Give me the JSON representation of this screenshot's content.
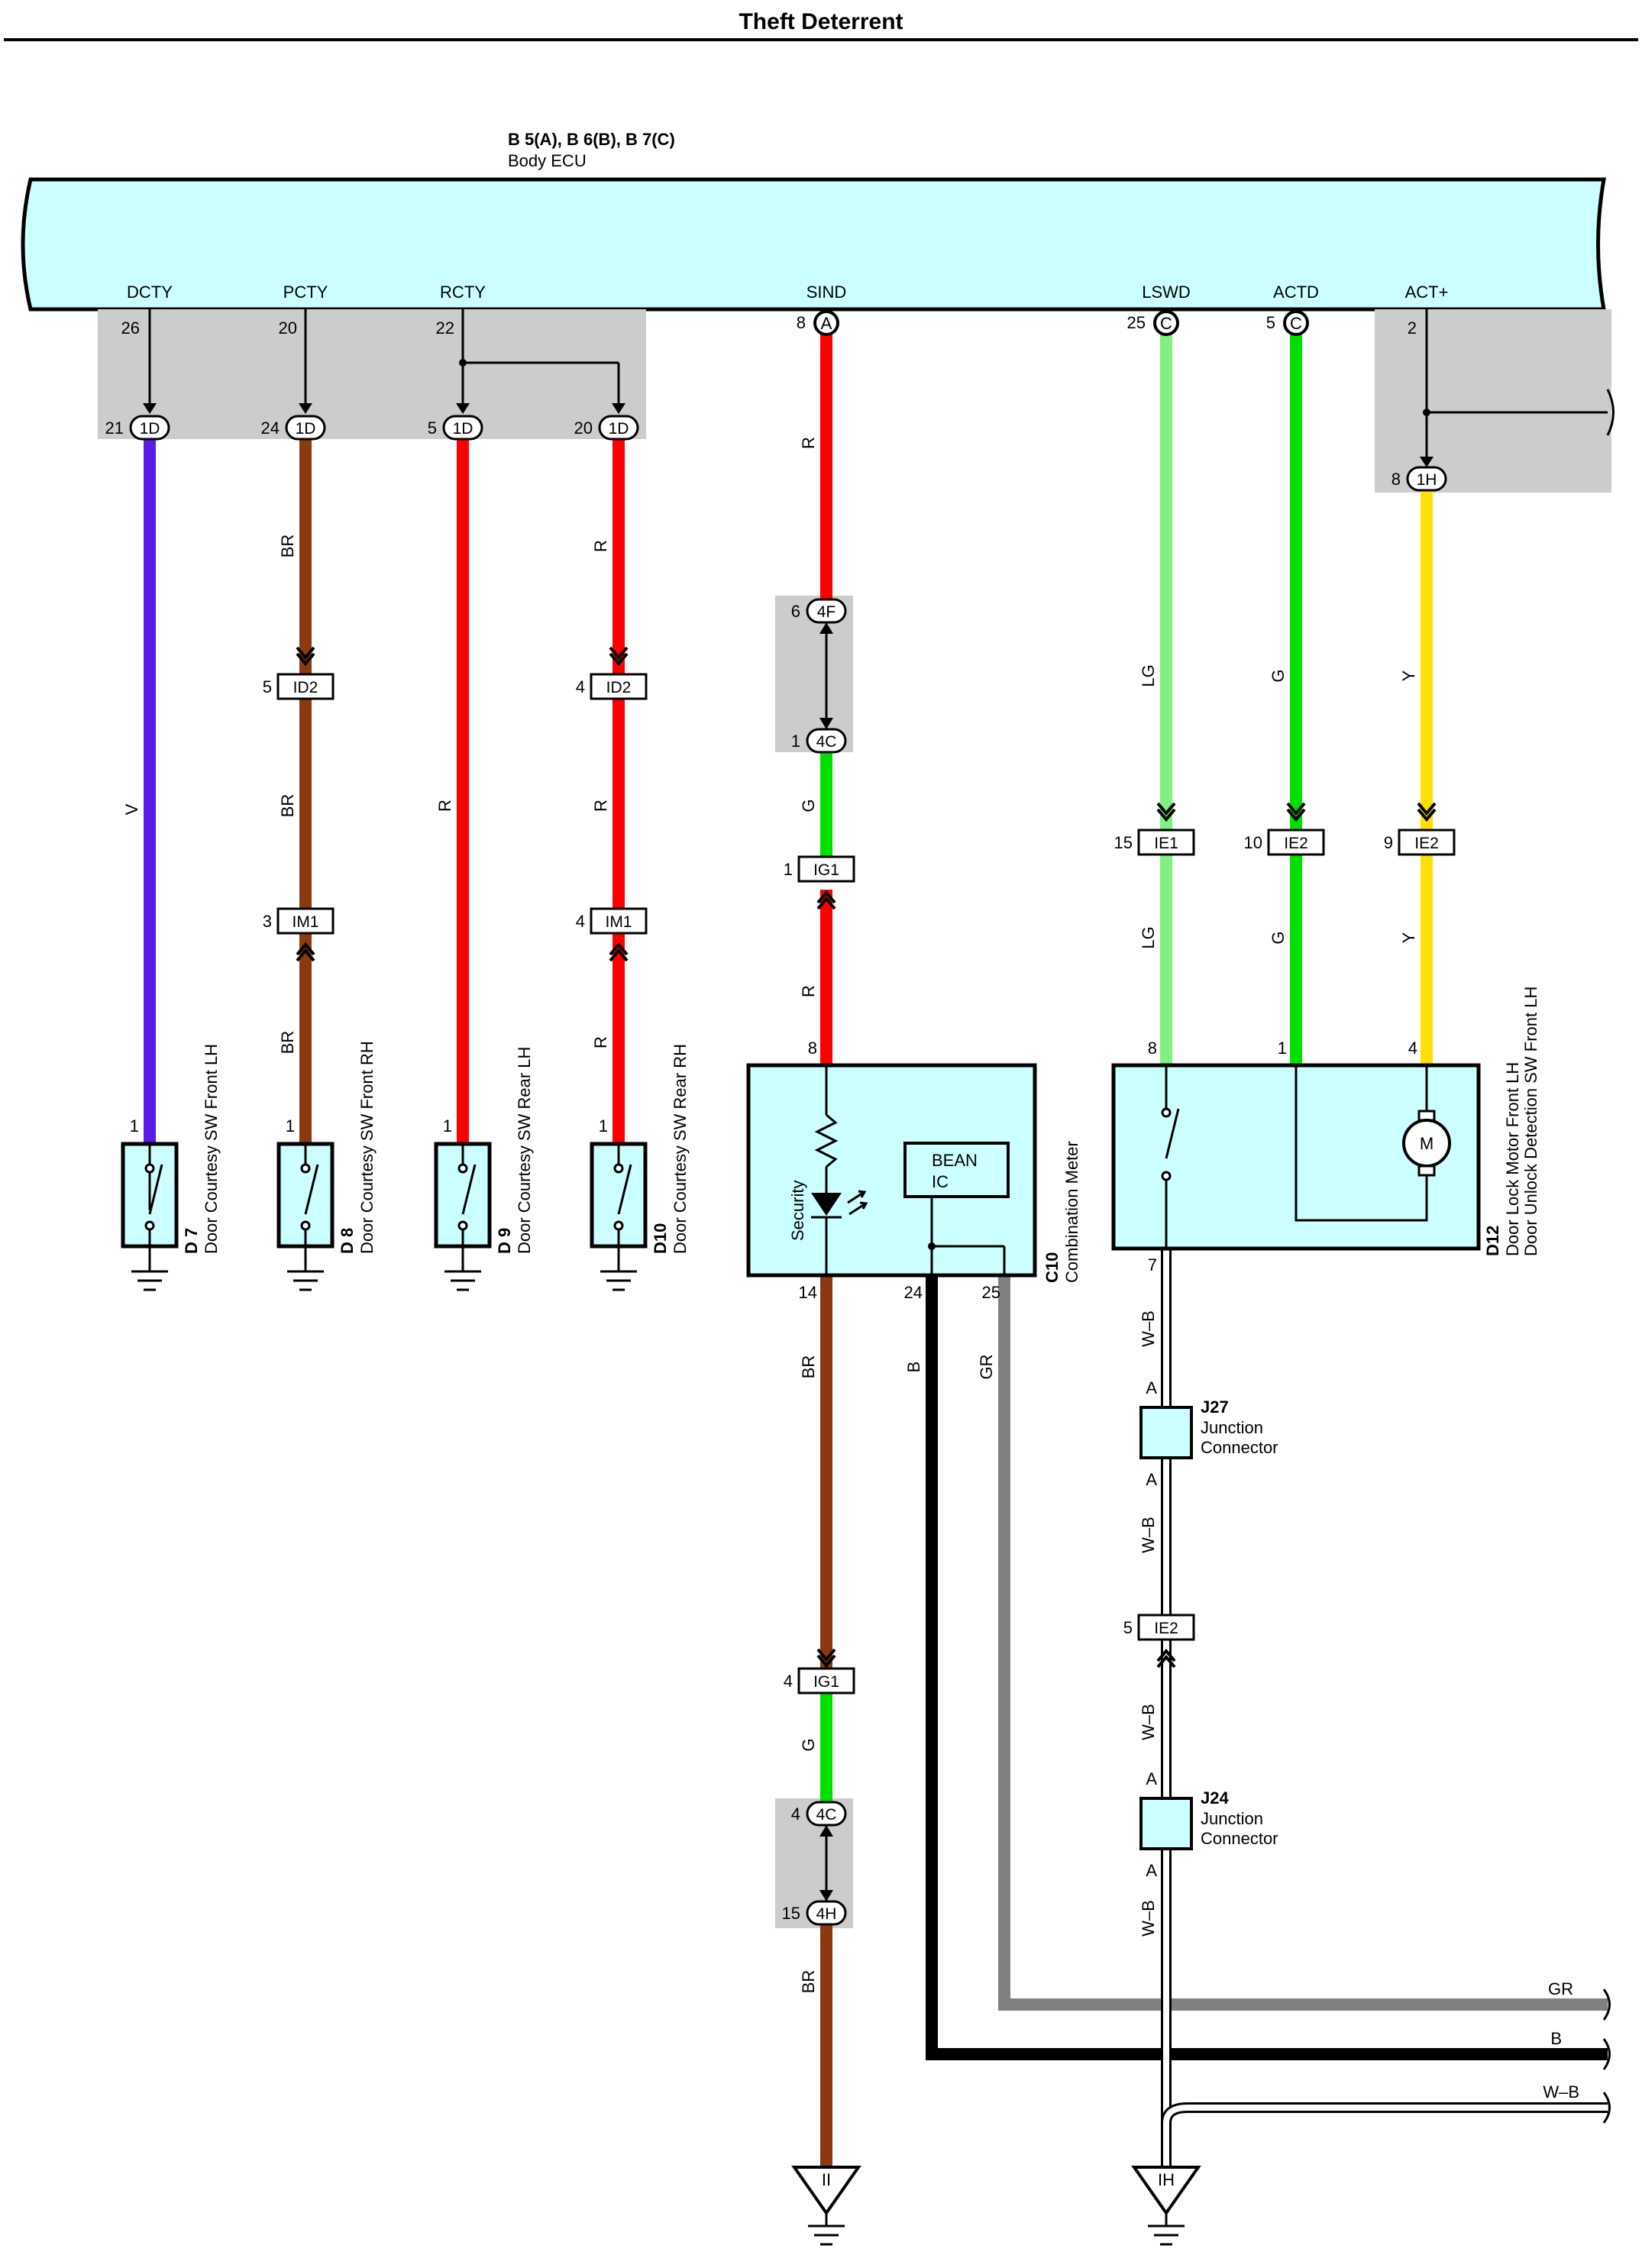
{
  "title": "Theft Deterrent",
  "ecu": {
    "ref": "B 5(A), B 6(B), B 7(C)",
    "name": "Body ECU",
    "terminals": [
      "DCTY",
      "PCTY",
      "RCTY",
      "SIND",
      "LSWD",
      "ACTD",
      "ACT+"
    ],
    "pins": [
      "26",
      "20",
      "22",
      "8",
      "25",
      "5",
      "2"
    ],
    "pin_letters": [
      "A",
      "C",
      "C"
    ]
  },
  "connectors": {
    "c1D": "1D",
    "c1H": "1H",
    "cID2": "ID2",
    "cIM1": "IM1",
    "c4F": "4F",
    "c4C": "4C",
    "cIG1": "IG1",
    "cIE1": "IE1",
    "cIE2": "IE2",
    "c4H": "4H"
  },
  "pins": {
    "p21": "21",
    "p24": "24",
    "p5": "5",
    "p20": "20",
    "p8": "8",
    "p4": "4",
    "p3": "3",
    "p6": "6",
    "p1": "1",
    "p15": "15",
    "p10": "10",
    "p9": "9",
    "p14": "14",
    "p25": "25",
    "p7": "7"
  },
  "wires": {
    "V": "V",
    "BR": "BR",
    "R": "R",
    "G": "G",
    "LG": "LG",
    "Y": "Y",
    "B": "B",
    "GR": "GR",
    "WB": "W–B"
  },
  "components": {
    "d7": {
      "code": "D 7",
      "name": "Door Courtesy SW Front LH"
    },
    "d8": {
      "code": "D 8",
      "name": "Door Courtesy SW Front RH"
    },
    "d9": {
      "code": "D 9",
      "name": "Door Courtesy SW Rear LH"
    },
    "d10": {
      "code": "D10",
      "name": "Door Courtesy SW Rear RH"
    },
    "c10": {
      "code": "C10",
      "name": "Combination Meter",
      "security": "Security",
      "bean1": "BEAN",
      "bean2": "IC"
    },
    "d12": {
      "code": "D12",
      "name1": "Door Lock Motor Front LH",
      "name2": "Door Unlock Detection SW Front LH",
      "motor": "M"
    },
    "j27": {
      "code": "J27",
      "name1": "Junction",
      "name2": "Connector",
      "pin": "A"
    },
    "j24": {
      "code": "J24",
      "name1": "Junction",
      "name2": "Connector",
      "pin": "A"
    }
  },
  "grounds": {
    "g1": "II",
    "g2": "IH"
  },
  "colors": {
    "violet": "#5a1de6",
    "brown": "#8b3a0f",
    "red": "#ff0000",
    "green": "#00e000",
    "light_green": "#80f080",
    "yellow": "#ffe000",
    "black": "#000000",
    "gray": "#808080",
    "ecu_fill": "#ccffff",
    "shade": "#cccccc"
  }
}
